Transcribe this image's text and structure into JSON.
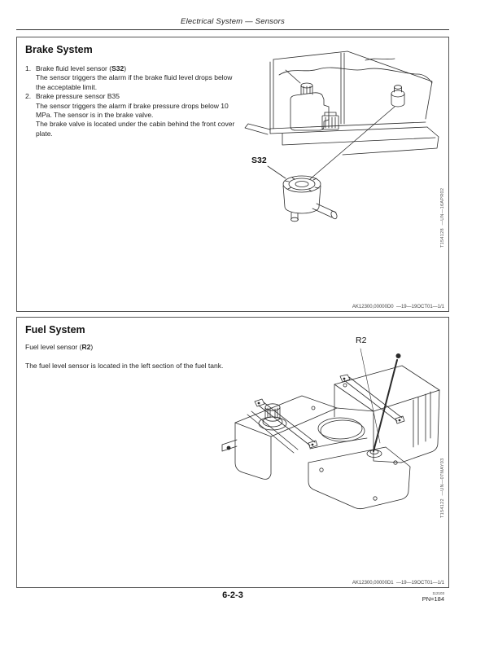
{
  "header": {
    "title": "Electrical System — Sensors"
  },
  "brake_section": {
    "heading": "Brake System",
    "items": [
      {
        "num": "1.",
        "title_pre": "Brake fluid level sensor (",
        "title_bold": "S32",
        "title_post": ")",
        "body": [
          "The sensor triggers the alarm if the brake fluid level drops below the acceptable limit."
        ]
      },
      {
        "num": "2.",
        "title_pre": "Brake pressure sensor B35",
        "title_bold": "",
        "title_post": "",
        "body": [
          "The sensor triggers the alarm if brake pressure drops below 10 MPa. The sensor is in the brake valve.",
          "The brake valve is located under the cabin behind the front cover plate."
        ]
      }
    ],
    "figure_label": "S32",
    "figure_caption": "T154128  —UN—16APR02",
    "footer_code": "AK12300,00000D0  —19—19OCT01—1/1"
  },
  "fuel_section": {
    "heading": "Fuel System",
    "line1_pre": "Fuel level sensor (",
    "line1_bold": "R2",
    "line1_post": ")",
    "body": "The fuel level sensor is located in the left section of the fuel tank.",
    "figure_label": "R2",
    "figure_caption": "T154122  —UN—07MAY03",
    "footer_code": "AK12300,00000D1  —19—19OCT01—1/1"
  },
  "footer": {
    "page_number": "6-2-3",
    "print_code": "112103",
    "pn": "PN=184"
  }
}
